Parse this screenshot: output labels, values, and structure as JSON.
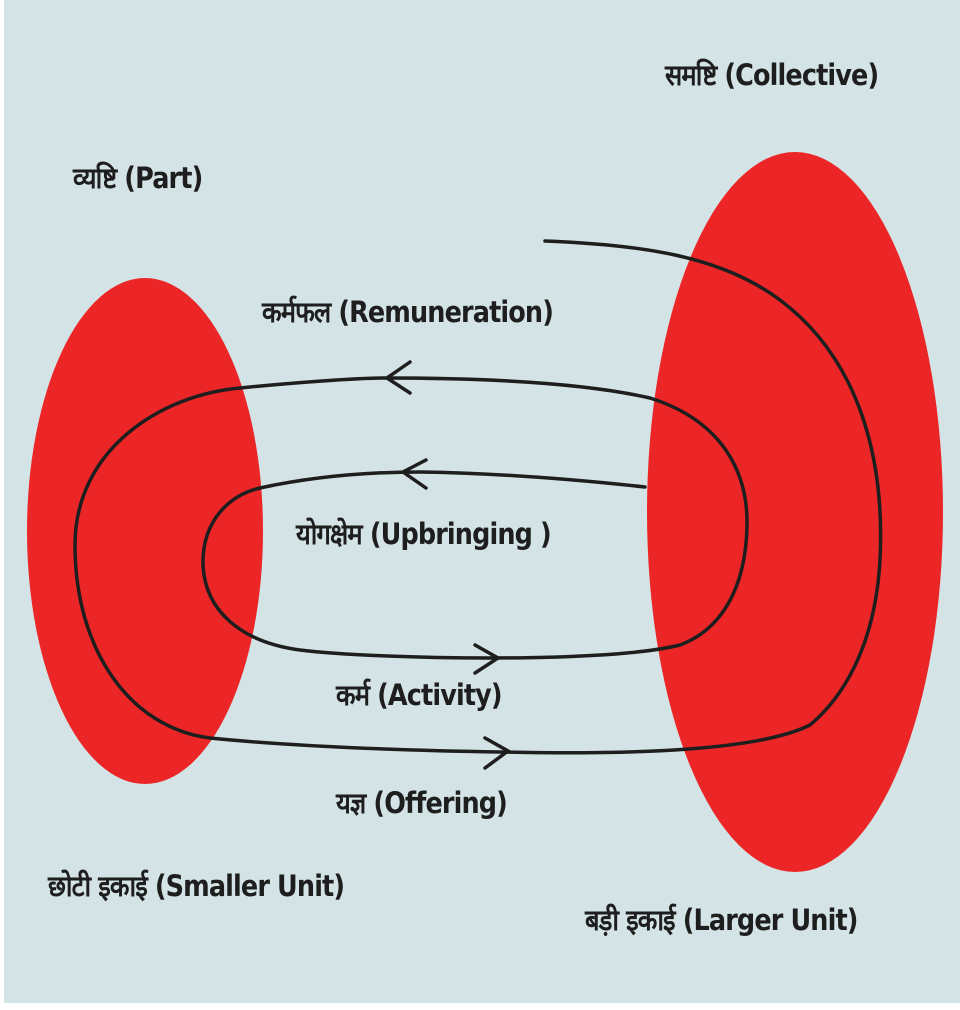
{
  "colors": {
    "background": "#d3e3e6",
    "unit_fill": "#ec2626",
    "line": "#1e1e1e"
  },
  "labels": {
    "collective": "समष्टि (Collective)",
    "part": "व्यष्टि (Part)",
    "remuneration": "कर्मफल (Remuneration)",
    "upbringing": "योगक्षेम (Upbringing )",
    "activity": "कर्म (Activity)",
    "offering": "यज्ञ (Offering)",
    "smaller_unit": "छोटी इकाई (Smaller Unit)",
    "larger_unit": "बड़ी इकाई (Larger Unit)"
  }
}
